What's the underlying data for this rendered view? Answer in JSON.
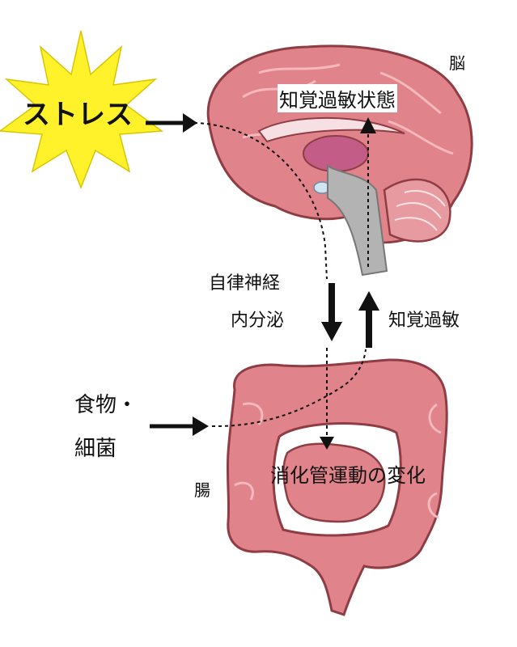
{
  "labels": {
    "stress": "ストレス",
    "brain": "脳",
    "hypersensitive_state": "知覚過敏状態",
    "autonomic_nerve": "自律神経",
    "endocrine": "内分泌",
    "hypersensitivity": "知覚過敏",
    "food_line1": "食物・",
    "food_line2": "細菌",
    "intestine": "腸",
    "gi_motility_change": "消化管運動の変化"
  },
  "colors": {
    "starburst": "#fff22a",
    "brain": "#e0838b",
    "brain_outline": "#8f3d45",
    "intestine": "#e0838b",
    "brainstem": "#b3b3b3",
    "arrow": "#111111"
  }
}
